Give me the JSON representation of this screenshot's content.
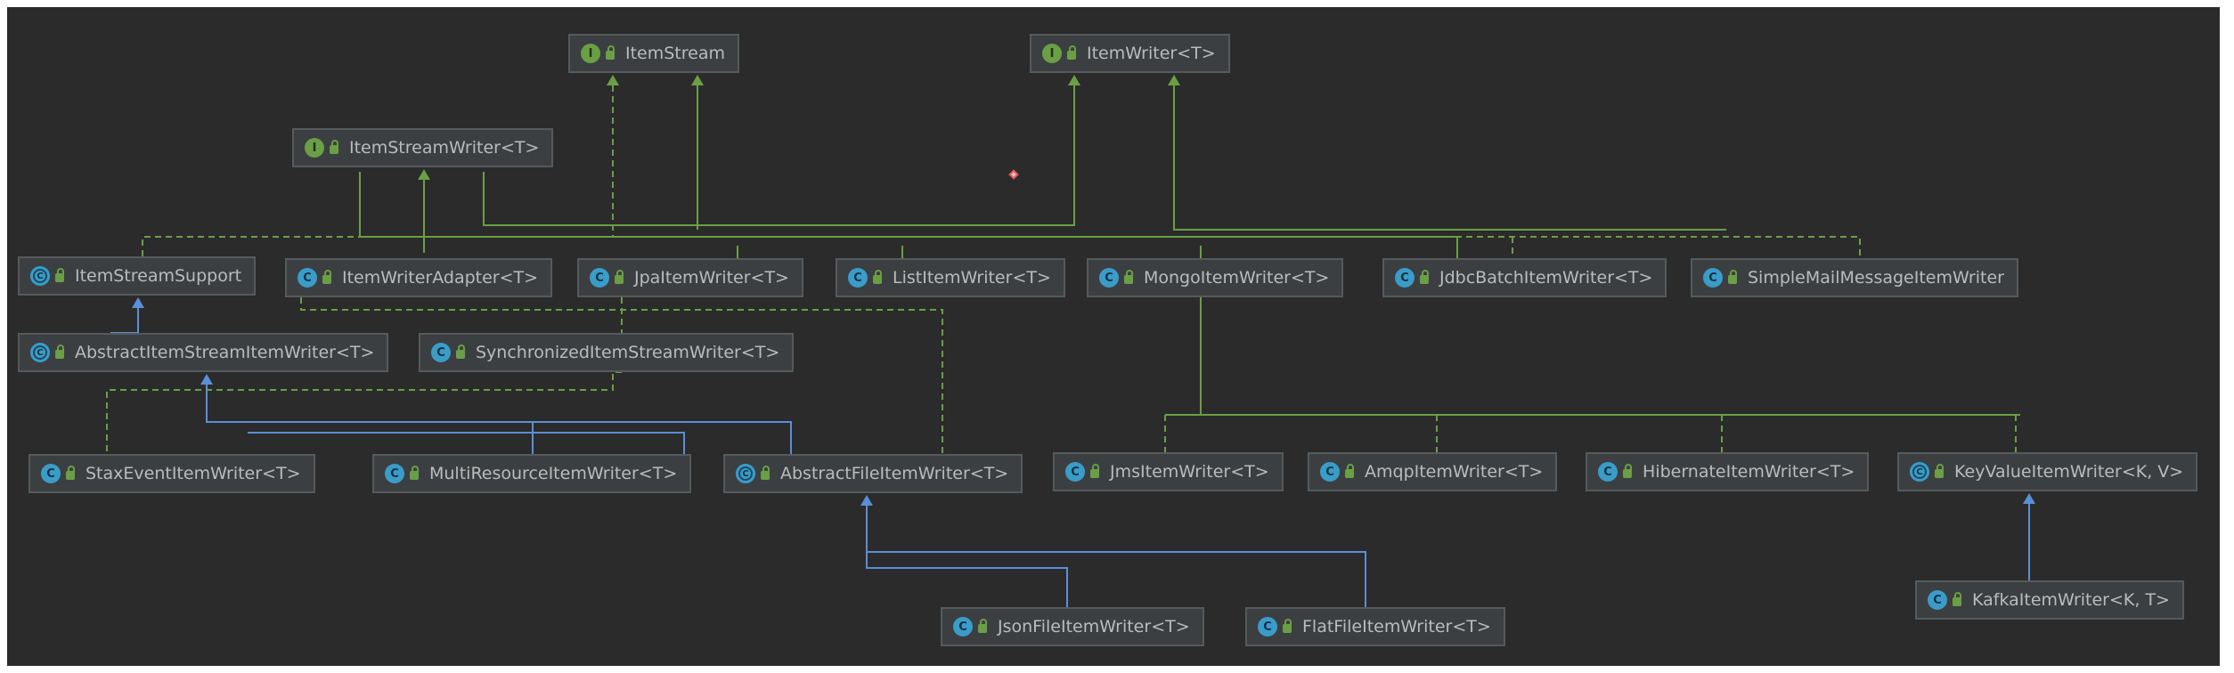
{
  "diagram": {
    "nodes": {
      "itemstream": {
        "label": "ItemStream",
        "kind": "interface"
      },
      "itemwriter": {
        "label": "ItemWriter<T>",
        "kind": "interface"
      },
      "itemstreamwriter": {
        "label": "ItemStreamWriter<T>",
        "kind": "interface"
      },
      "itemstreamsupport": {
        "label": "ItemStreamSupport",
        "kind": "abstract"
      },
      "itemwriteradapter": {
        "label": "ItemWriterAdapter<T>",
        "kind": "class"
      },
      "jpaitemwriter": {
        "label": "JpaItemWriter<T>",
        "kind": "class"
      },
      "listitemwriter": {
        "label": "ListItemWriter<T>",
        "kind": "class"
      },
      "mongoitemwriter": {
        "label": "MongoItemWriter<T>",
        "kind": "class"
      },
      "jdbcbatchitemwriter": {
        "label": "JdbcBatchItemWriter<T>",
        "kind": "class"
      },
      "simplemailmessageitemwriter": {
        "label": "SimpleMailMessageItemWriter",
        "kind": "class"
      },
      "abstractitemstreamitemwriter": {
        "label": "AbstractItemStreamItemWriter<T>",
        "kind": "abstract"
      },
      "synchronizeditemstreamwriter": {
        "label": "SynchronizedItemStreamWriter<T>",
        "kind": "class"
      },
      "staxeventitemwriter": {
        "label": "StaxEventItemWriter<T>",
        "kind": "class"
      },
      "multiresourceitemwriter": {
        "label": "MultiResourceItemWriter<T>",
        "kind": "class"
      },
      "abstractfileitemwriter": {
        "label": "AbstractFileItemWriter<T>",
        "kind": "abstract"
      },
      "jmsitemwriter": {
        "label": "JmsItemWriter<T>",
        "kind": "class"
      },
      "amqpitemwriter": {
        "label": "AmqpItemWriter<T>",
        "kind": "class"
      },
      "hibernateitemwriter": {
        "label": "HibernateItemWriter<T>",
        "kind": "class"
      },
      "keyvalueitemwriter": {
        "label": "KeyValueItemWriter<K, V>",
        "kind": "abstract"
      },
      "jsonfileitemwriter": {
        "label": "JsonFileItemWriter<T>",
        "kind": "class"
      },
      "flatfileitemwriter": {
        "label": "FlatFileItemWriter<T>",
        "kind": "class"
      },
      "kafkaitemwriter": {
        "label": "KafkaItemWriter<K, T>",
        "kind": "class"
      }
    },
    "edges": [
      {
        "from": "itemstreamwriter",
        "to": "itemstream",
        "type": "extends"
      },
      {
        "from": "itemstreamwriter",
        "to": "itemwriter",
        "type": "extends"
      },
      {
        "from": "itemstreamsupport",
        "to": "itemstream",
        "type": "implements"
      },
      {
        "from": "itemwriteradapter",
        "to": "itemwriter",
        "type": "implements"
      },
      {
        "from": "jpaitemwriter",
        "to": "itemwriter",
        "type": "implements"
      },
      {
        "from": "listitemwriter",
        "to": "itemwriter",
        "type": "implements"
      },
      {
        "from": "mongoitemwriter",
        "to": "itemwriter",
        "type": "implements"
      },
      {
        "from": "jdbcbatchitemwriter",
        "to": "itemwriter",
        "type": "implements"
      },
      {
        "from": "simplemailmessageitemwriter",
        "to": "itemwriter",
        "type": "implements"
      },
      {
        "from": "abstractitemstreamitemwriter",
        "to": "itemstreamsupport",
        "type": "extends"
      },
      {
        "from": "abstractitemstreamitemwriter",
        "to": "itemstreamwriter",
        "type": "implements"
      },
      {
        "from": "synchronizeditemstreamwriter",
        "to": "itemstreamwriter",
        "type": "implements"
      },
      {
        "from": "staxeventitemwriter",
        "to": "abstractitemstreamitemwriter",
        "type": "extends"
      },
      {
        "from": "multiresourceitemwriter",
        "to": "abstractitemstreamitemwriter",
        "type": "extends"
      },
      {
        "from": "abstractfileitemwriter",
        "to": "abstractitemstreamitemwriter",
        "type": "extends"
      },
      {
        "from": "jmsitemwriter",
        "to": "itemwriter",
        "type": "implements"
      },
      {
        "from": "amqpitemwriter",
        "to": "itemwriter",
        "type": "implements"
      },
      {
        "from": "hibernateitemwriter",
        "to": "itemwriter",
        "type": "implements"
      },
      {
        "from": "keyvalueitemwriter",
        "to": "itemwriter",
        "type": "implements"
      },
      {
        "from": "jsonfileitemwriter",
        "to": "abstractfileitemwriter",
        "type": "extends"
      },
      {
        "from": "flatfileitemwriter",
        "to": "abstractfileitemwriter",
        "type": "extends"
      },
      {
        "from": "kafkaitemwriter",
        "to": "keyvalueitemwriter",
        "type": "extends"
      }
    ]
  },
  "colors": {
    "background": "#2b2b2b",
    "node_fill": "#3c3f41",
    "node_border": "#555a5c",
    "node_text": "#bbbbbb",
    "interface_edge": "#6a9f45",
    "class_edge": "#5b8fd6",
    "interface_badge": "#6a9f45",
    "class_badge": "#3a9cc9"
  },
  "icons": {
    "interface": "interface-icon",
    "class": "class-icon",
    "abstract": "abstract-class-icon",
    "visibility": "public-lock-icon"
  }
}
